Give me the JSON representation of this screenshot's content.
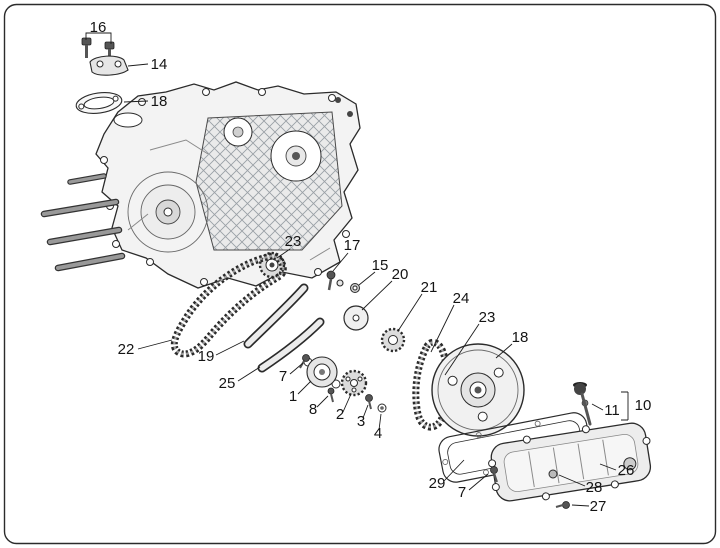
{
  "callouts": [
    {
      "label": "16"
    },
    {
      "label": "14"
    },
    {
      "label": "18"
    },
    {
      "label": "23"
    },
    {
      "label": "17"
    },
    {
      "label": "15"
    },
    {
      "label": "20"
    },
    {
      "label": "21"
    },
    {
      "label": "24"
    },
    {
      "label": "23"
    },
    {
      "label": "18"
    },
    {
      "label": "22"
    },
    {
      "label": "19"
    },
    {
      "label": "25"
    },
    {
      "label": "7"
    },
    {
      "label": "1"
    },
    {
      "label": "8"
    },
    {
      "label": "2"
    },
    {
      "label": "3"
    },
    {
      "label": "4"
    },
    {
      "label": "10"
    },
    {
      "label": "11"
    },
    {
      "label": "29"
    },
    {
      "label": "7"
    },
    {
      "label": "26"
    },
    {
      "label": "28"
    },
    {
      "label": "27"
    }
  ],
  "colors": {
    "line": "#222222",
    "part_fill": "#f2f2f2",
    "background": "#ffffff"
  }
}
